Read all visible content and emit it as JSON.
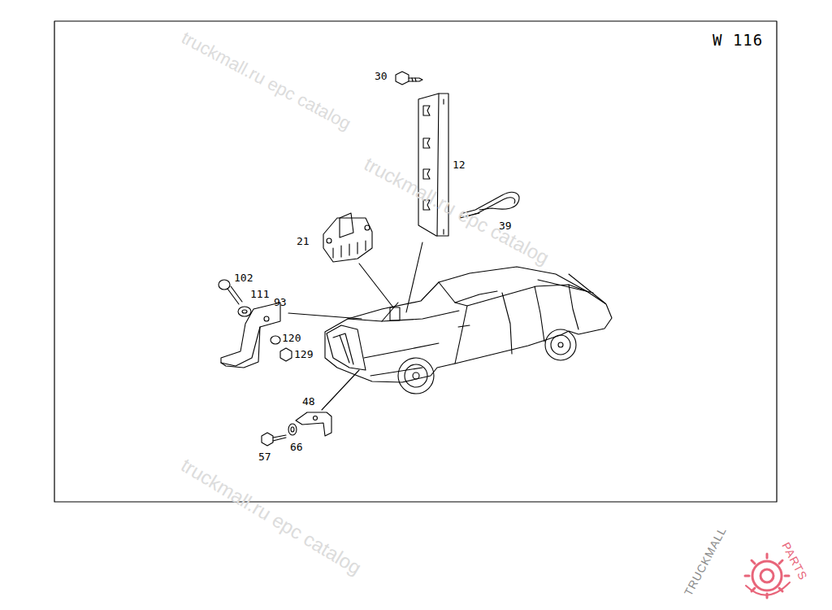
{
  "diagram": {
    "labels": [
      "W 116",
      "30",
      "12",
      "39",
      "21",
      "102",
      "111",
      "93",
      "120",
      "129",
      "48",
      "57",
      "66",
      "truckmall.ru epc catalog",
      "truckmall.ru epc catalog",
      "truckmall.ru epc catalog",
      "TRUCKMALL",
      "PARTS"
    ]
  }
}
